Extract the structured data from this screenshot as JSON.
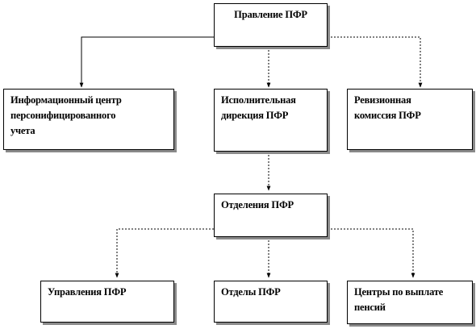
{
  "colors": {
    "line": "#000000",
    "shadow": "#8a8a8a",
    "background": "#ffffff"
  },
  "nodes": {
    "pravlenie": "Правление ПФР",
    "info_center": "Информационный центр\nперсонифицированного\nучета",
    "dir": "Исполнительная\nдирекция ПФР",
    "revision": "Ревизионная\nкомиссия ПФР",
    "otdeleniya": "Отделения ПФР",
    "upravleniya": "Управления ПФР",
    "otdely": "Отделы ПФР",
    "centers": "Центры по выплате\nпенсий"
  }
}
